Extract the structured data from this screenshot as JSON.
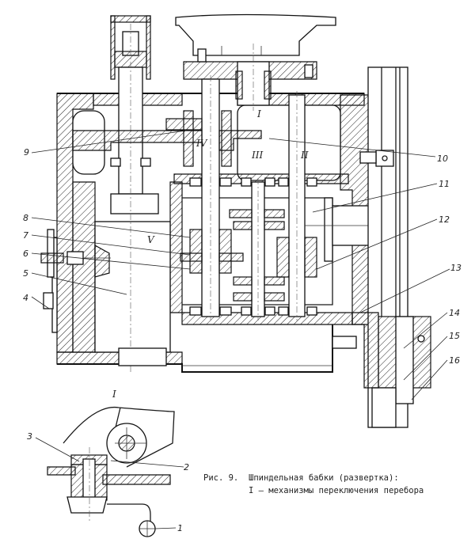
{
  "figure": {
    "number": "Рис. 9.",
    "title": "Шпиндельная бабки (развертка):",
    "subtitle": "I – механизмы переключения перебора",
    "detail_view_label": "I"
  },
  "shaft_labels": {
    "I": "I",
    "II": "II",
    "III": "III",
    "IV": "IV",
    "V": "V"
  },
  "callouts": [
    {
      "id": "1",
      "text": "1"
    },
    {
      "id": "2",
      "text": "2"
    },
    {
      "id": "3",
      "text": "3"
    },
    {
      "id": "4",
      "text": "4"
    },
    {
      "id": "5",
      "text": "5"
    },
    {
      "id": "6",
      "text": "6"
    },
    {
      "id": "7",
      "text": "7"
    },
    {
      "id": "8",
      "text": "8"
    },
    {
      "id": "9",
      "text": "9"
    },
    {
      "id": "10",
      "text": "10"
    },
    {
      "id": "11",
      "text": "11"
    },
    {
      "id": "12",
      "text": "12"
    },
    {
      "id": "13",
      "text": "13"
    },
    {
      "id": "14",
      "text": "14"
    },
    {
      "id": "15",
      "text": "15"
    },
    {
      "id": "16",
      "text": "16"
    }
  ]
}
